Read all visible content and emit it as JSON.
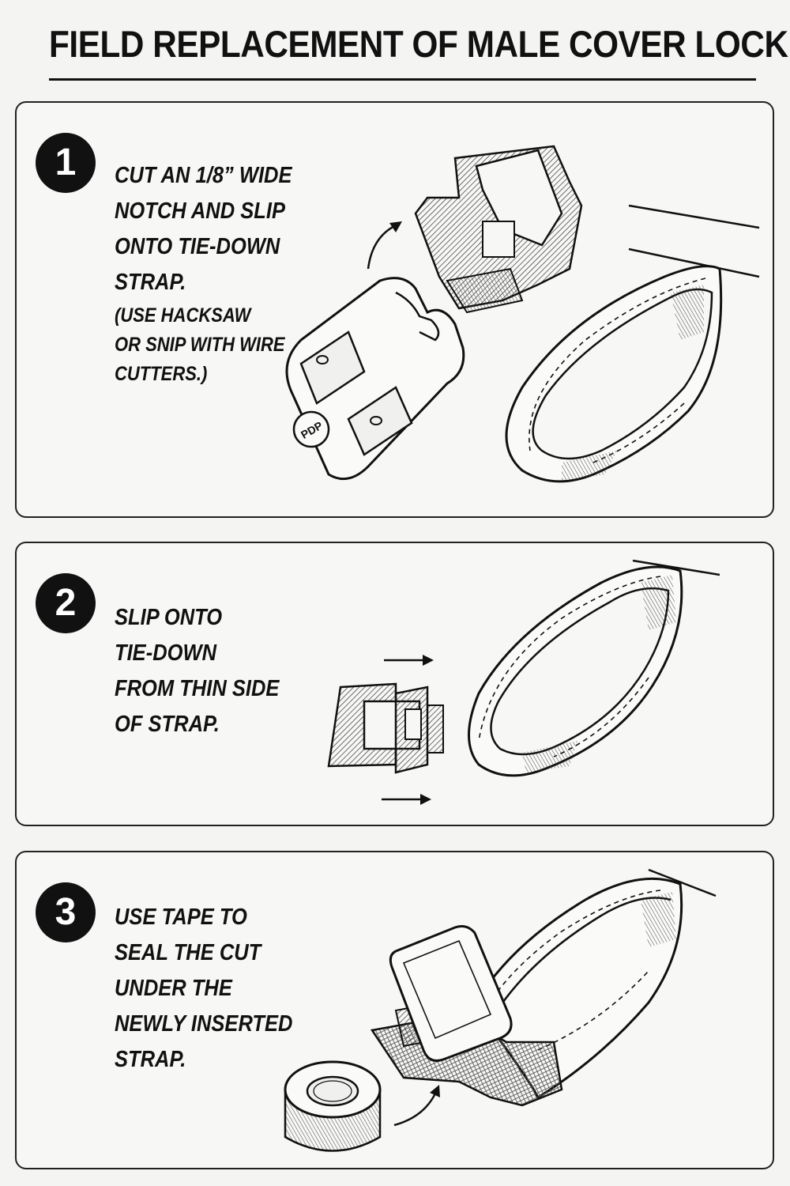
{
  "title": "FIELD REPLACEMENT OF MALE COVER LOCK",
  "steps": [
    {
      "number": "1",
      "text": "CUT AN 1/8” WIDE\nNOTCH AND SLIP\nONTO TIE-DOWN\nSTRAP.",
      "note": "(USE HACKSAW\nOR SNIP WITH WIRE\nCUTTERS.)"
    },
    {
      "number": "2",
      "text": "SLIP ONTO\nTIE-DOWN\nFROM THIN SIDE\nOF STRAP."
    },
    {
      "number": "3",
      "text": "USE TAPE TO\nSEAL THE CUT\nUNDER THE\nNEWLY INSERTED\nSTRAP."
    }
  ],
  "lock_logo": "PDP",
  "icons": {
    "lock": "male-cover-lock-icon",
    "strap": "tie-down-strap-icon",
    "tape": "tape-roll-icon",
    "arrow": "arrow-icon"
  }
}
